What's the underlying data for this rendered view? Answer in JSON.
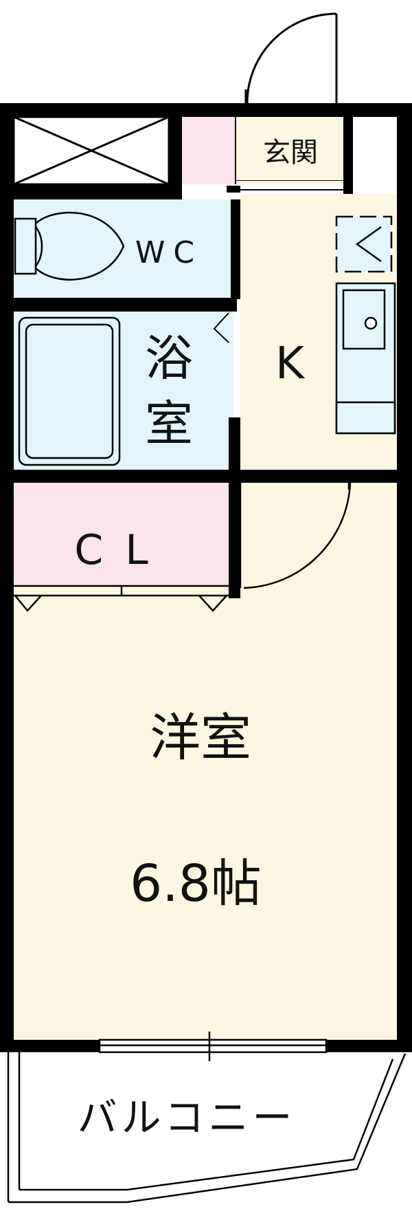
{
  "rooms": {
    "genkan": "玄関",
    "wc": "WC",
    "bath": "浴室",
    "kitchen": "K",
    "closet": "CL",
    "western": "洋室",
    "size": "6.8帖",
    "balcony": "バルコニー"
  },
  "colors": {
    "wall": "#000000",
    "wet_area": "#e3f4fb",
    "storage": "#fce4ec",
    "living": "#fdf7e2"
  }
}
